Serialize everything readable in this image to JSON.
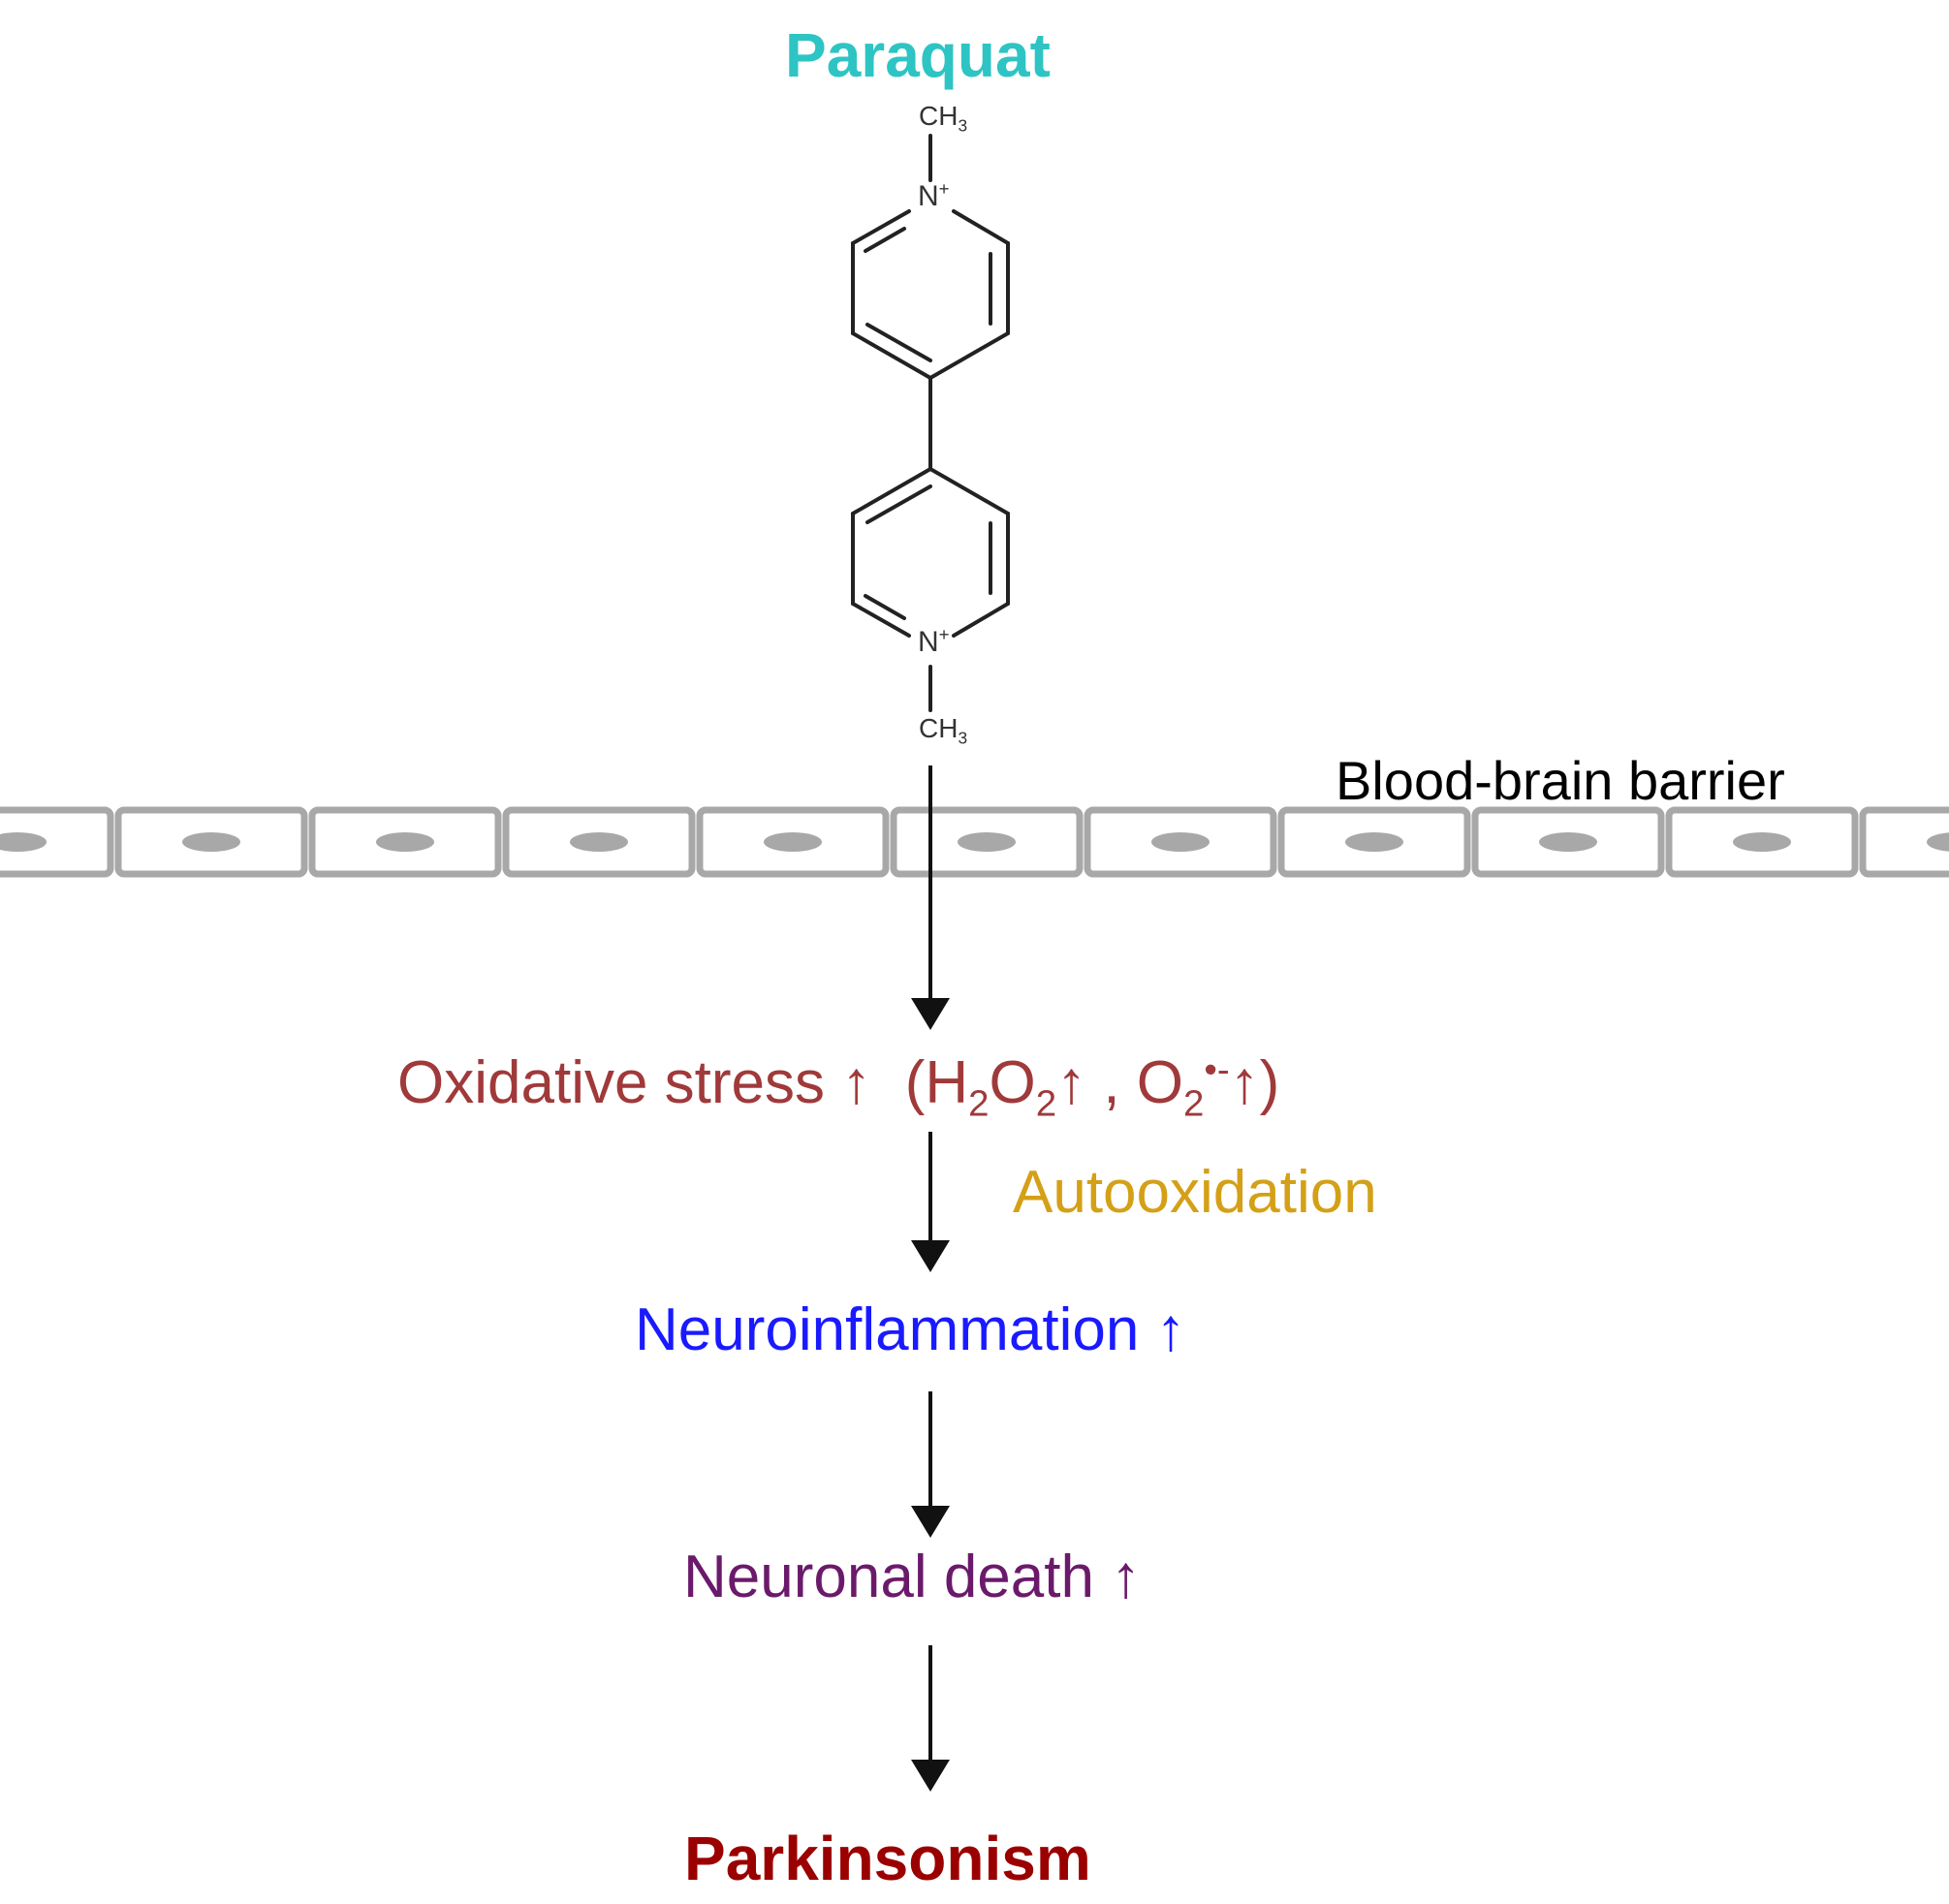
{
  "title": "Paraquat",
  "molecule": {
    "top_group": "CH",
    "top_group_sub": "3",
    "top_n": "N",
    "top_n_charge": "+",
    "bottom_n": "N",
    "bottom_n_charge": "+",
    "bottom_group": "CH",
    "bottom_group_sub": "3"
  },
  "barrier_label": "Blood-brain barrier",
  "steps": {
    "oxidative": {
      "text": "Oxidative stress",
      "up": "↑",
      "open": "(H",
      "s1": "2",
      "o": "O",
      "s2": "2",
      "up2": "↑",
      "comma": ", O",
      "s3": "2",
      "rad": "•-",
      "up3": "↑",
      "close": ")"
    },
    "autooxidation": "Autooxidation",
    "neuroinflammation": {
      "text": "Neuroinflammation",
      "up": "↑"
    },
    "neuronal_death": {
      "text": "Neuronal death",
      "up": "↑"
    },
    "parkinsonism": "Parkinsonism"
  },
  "colors": {
    "paraquat": "#2ec4c4",
    "oxidative": "#a0393a",
    "autooxidation": "#d4a017",
    "neuroinflammation": "#1a1aff",
    "neuronal_death": "#6b1a6b",
    "parkinsonism": "#9b0000",
    "barrier": "#a8a8a8"
  }
}
